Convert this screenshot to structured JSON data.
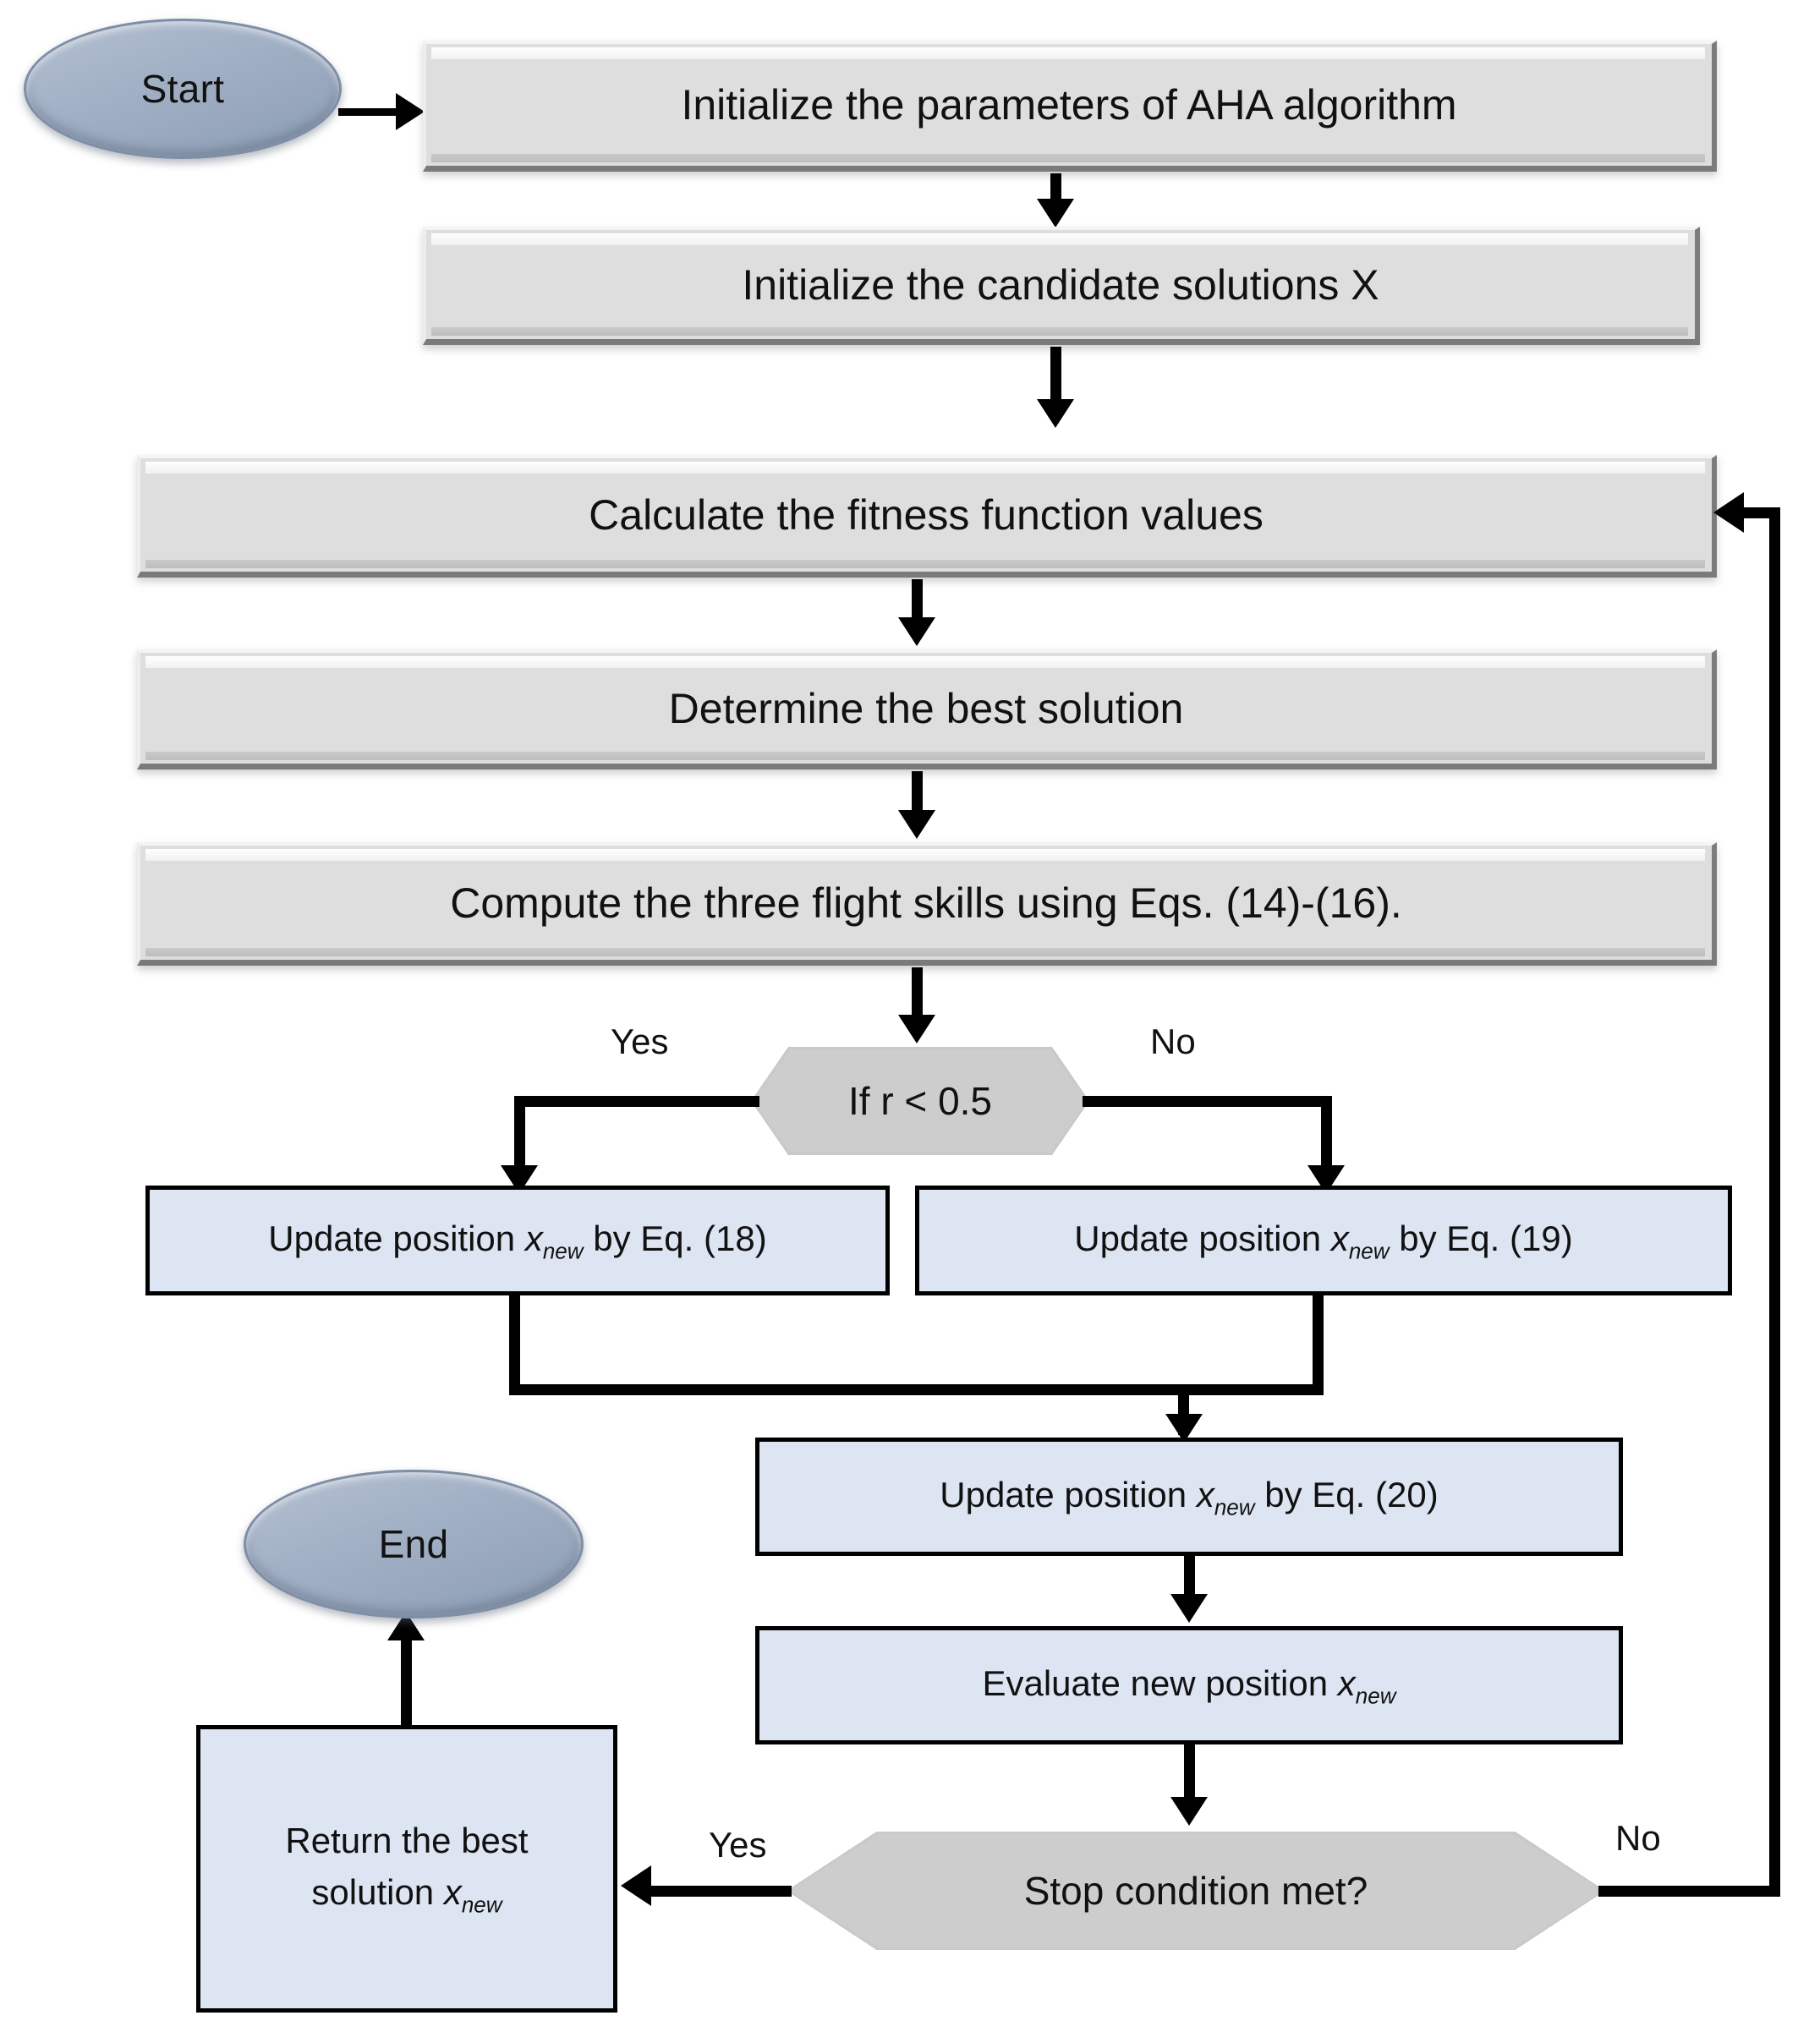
{
  "diagram": {
    "title": "AHA algorithm flowchart",
    "colors": {
      "terminator_fill": "#a3b1c6",
      "terminator_border": "#7e8ea6",
      "process_gray_fill": "#dedede",
      "process_blue_fill": "#dde5f3",
      "decision_fill": "#c9c9c9",
      "connector": "#000000",
      "background": "#ffffff"
    },
    "nodes": {
      "start": {
        "label": "Start",
        "shape": "ellipse"
      },
      "init_params": {
        "label": "Initialize the parameters of AHA algorithm",
        "shape": "process-3d"
      },
      "init_solutions": {
        "label": "Initialize the candidate solutions X",
        "shape": "process-3d"
      },
      "calc_fitness": {
        "label": "Calculate the fitness function values",
        "shape": "process-3d"
      },
      "determine_best": {
        "label": "Determine the best solution",
        "shape": "process-3d"
      },
      "compute_skills": {
        "label": "Compute the three flight skills using Eqs. (14)-(16).",
        "shape": "process-3d"
      },
      "decision_r": {
        "label": "If r < 0.5",
        "shape": "hexagon"
      },
      "update_18": {
        "prefix": "Update position ",
        "var": "x",
        "sub": "new",
        "suffix": " by Eq. (18)",
        "shape": "process"
      },
      "update_19": {
        "prefix": "Update position ",
        "var": "x",
        "sub": "new",
        "suffix": " by Eq. (19)",
        "shape": "process"
      },
      "update_20": {
        "prefix": "Update position ",
        "var": "x",
        "sub": "new",
        "suffix": " by Eq. (20)",
        "shape": "process"
      },
      "evaluate_new": {
        "prefix": "Evaluate new position ",
        "var": "x",
        "sub": "new",
        "suffix": "",
        "shape": "process"
      },
      "stop_condition": {
        "label": "Stop condition met?",
        "shape": "hexagon"
      },
      "return_best": {
        "line1": "Return the best",
        "prefix2": "solution ",
        "var": "x",
        "sub": "new",
        "shape": "process"
      },
      "end": {
        "label": "End",
        "shape": "ellipse"
      }
    },
    "edge_labels": {
      "r_yes": "Yes",
      "r_no": "No",
      "stop_yes": "Yes",
      "stop_no": "No"
    }
  }
}
